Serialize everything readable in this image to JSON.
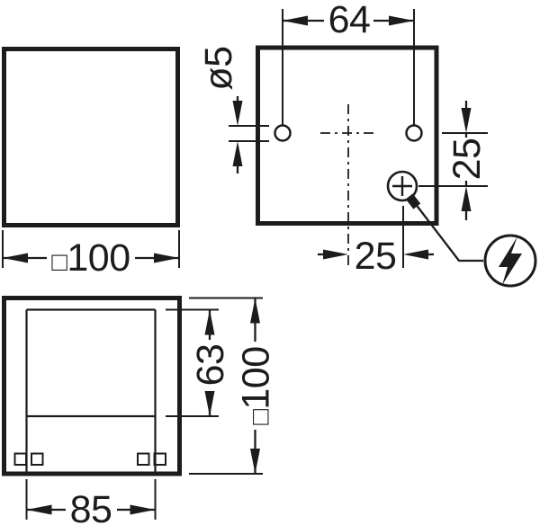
{
  "canvas": {
    "background": "#ffffff",
    "line_color": "#1c1c1c"
  },
  "views": {
    "front": {
      "overall_width": {
        "symbol": "□",
        "value": "100"
      }
    },
    "rear": {
      "hole_spacing": "64",
      "hole_diameter": "ø5",
      "cable_entry_vertical_offset": "25",
      "cable_entry_horizontal_offset": "25"
    },
    "bottom": {
      "panel_depth": "63",
      "overall_height": {
        "symbol": "□",
        "value": "100"
      },
      "foot_spacing": "85"
    }
  },
  "symbols": {
    "electrical_connection": "lightning-bolt-icon",
    "cable_entry": "plus-in-circle-icon"
  }
}
